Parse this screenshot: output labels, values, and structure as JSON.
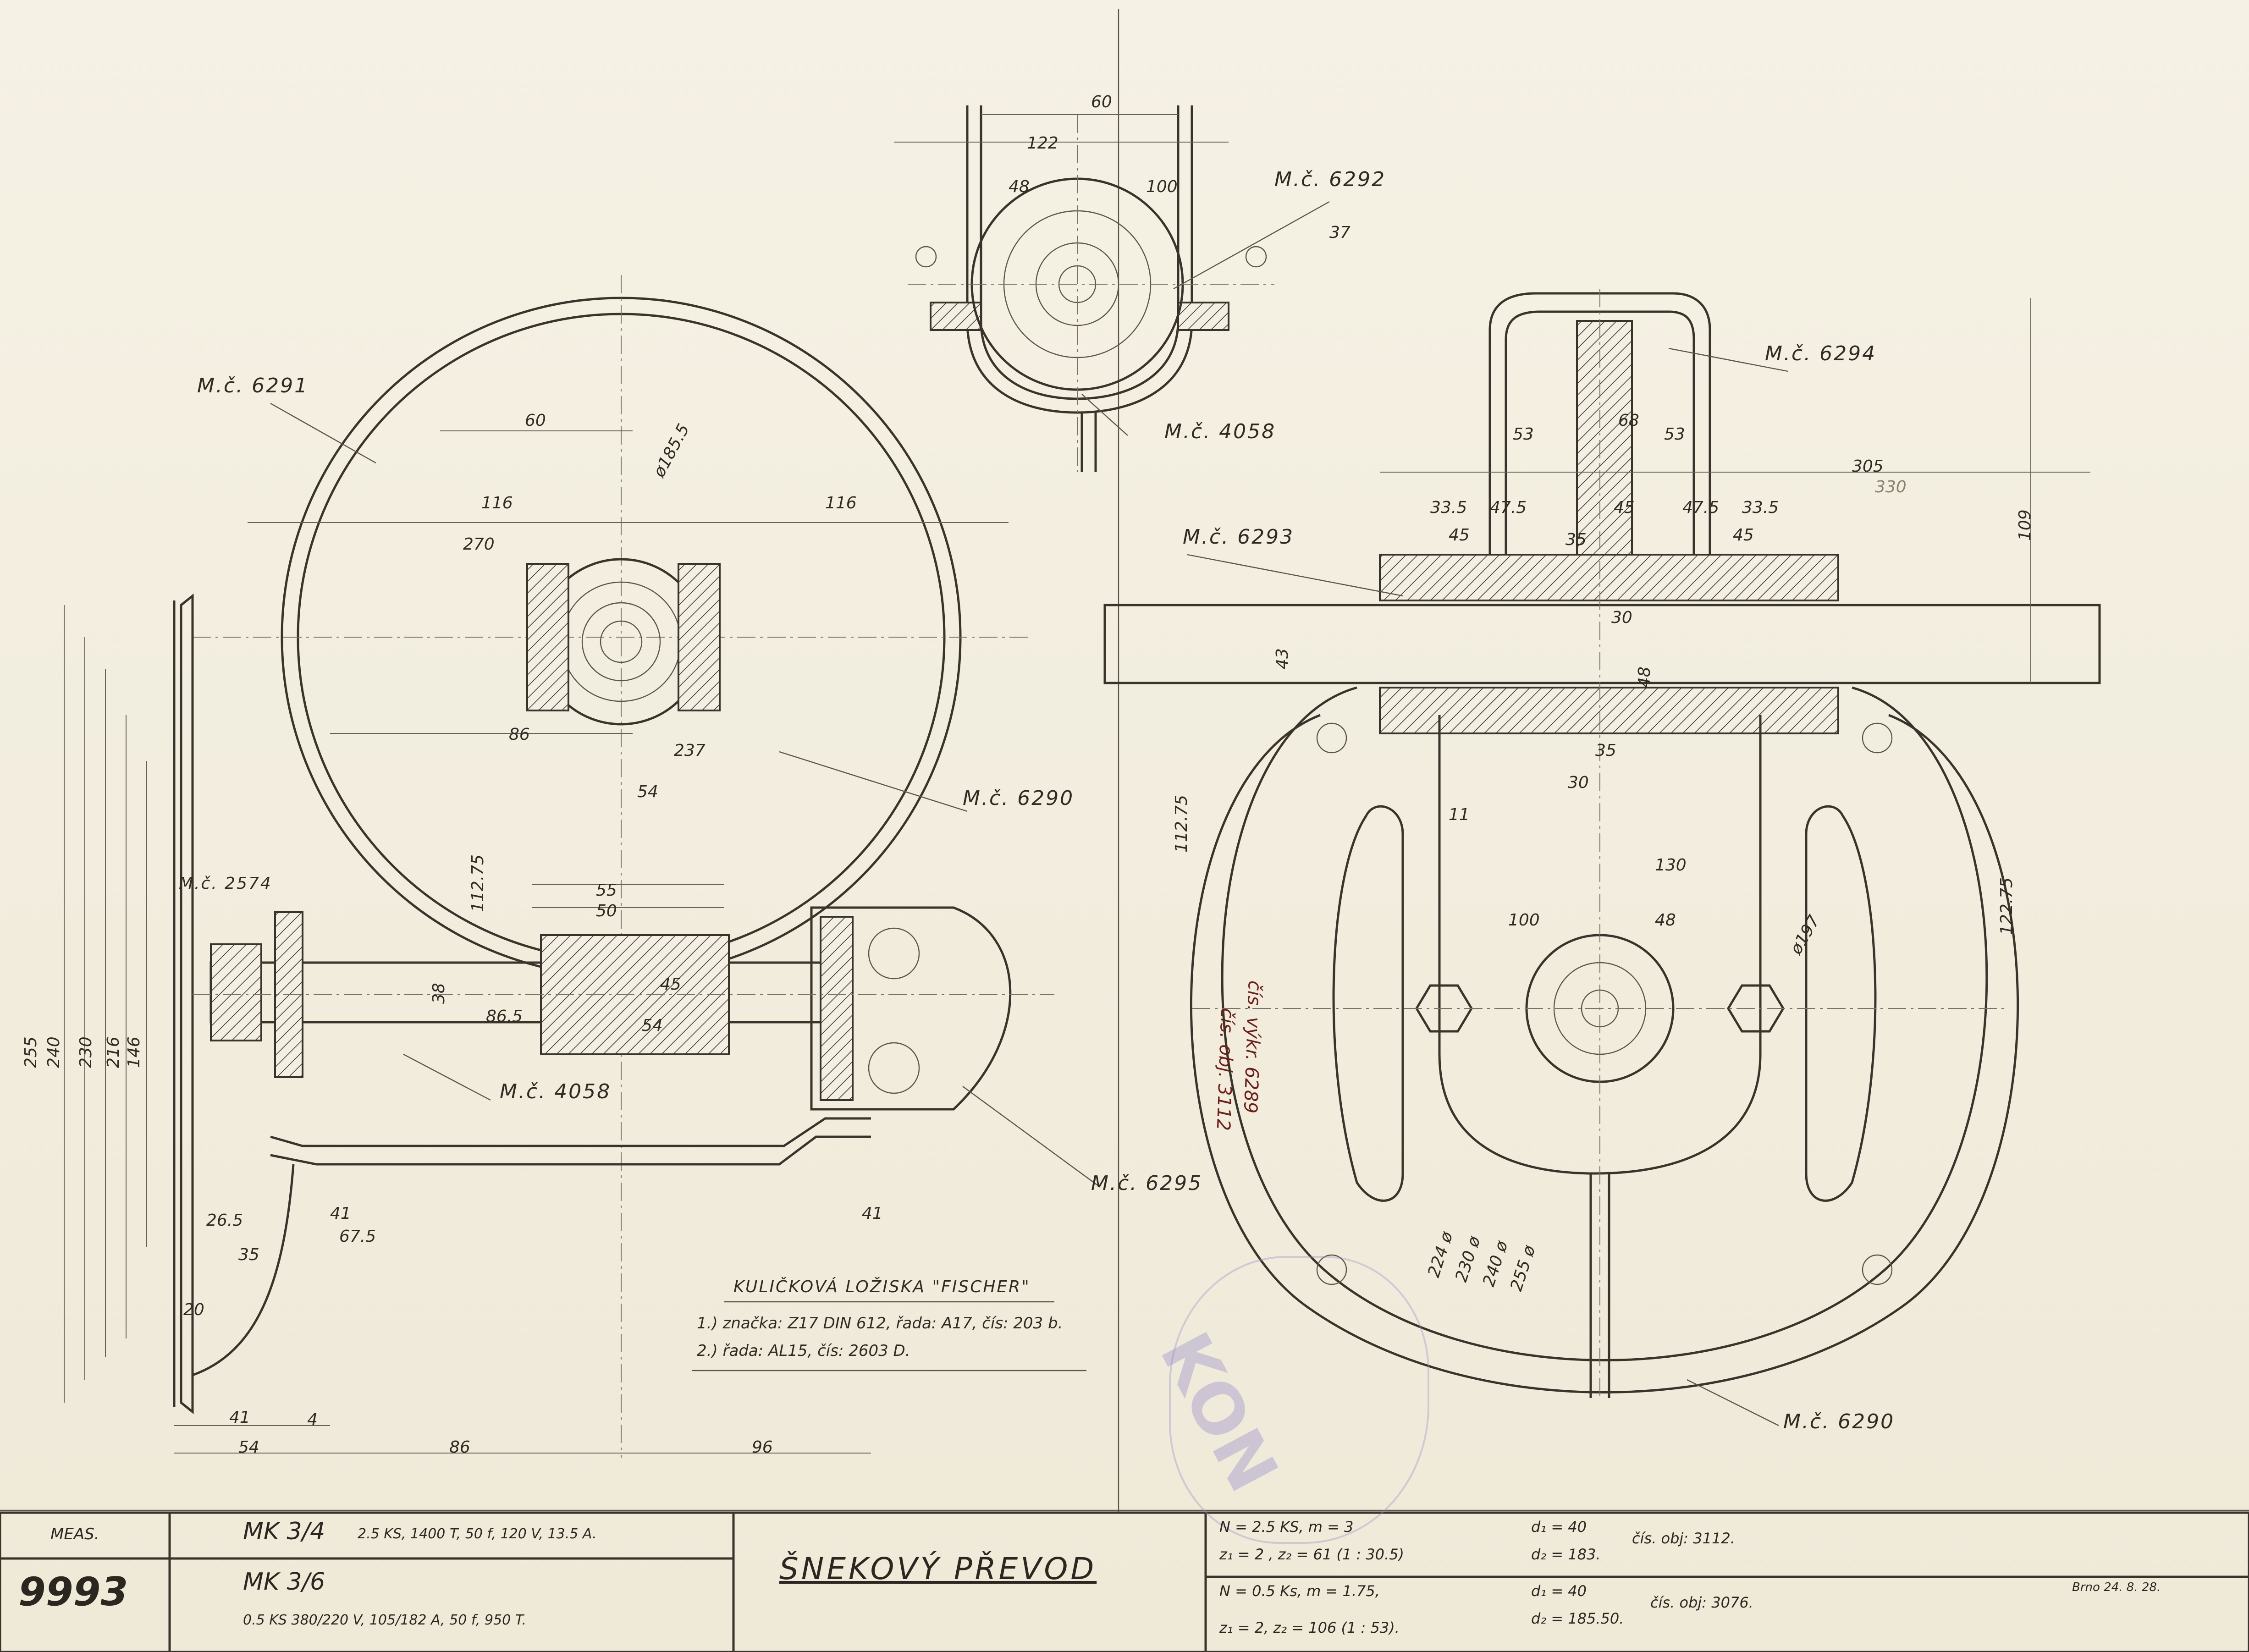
{
  "part_numbers": {
    "mc6291": "M.č. 6291",
    "mc6292": "M.č. 6292",
    "mc6294": "M.č. 6294",
    "mc6293": "M.č. 6293",
    "mc6290_a": "M.č. 6290",
    "mc6290_b": "M.č. 6290",
    "mc2574": "M.č. 2574",
    "mc4058_a": "M.č. 4058",
    "mc4058_b": "M.č. 4058",
    "mc6295": "M.č. 6295"
  },
  "dimensions": {
    "d60_top": "60",
    "d122": "122",
    "d48_top": "48",
    "d100_top": "100",
    "d37": "37",
    "d60_left": "60",
    "d116_l": "116",
    "d116_r": "116",
    "d270": "270",
    "d1855": "ø185.5",
    "d86": "86",
    "d237": "237",
    "d54": "54",
    "d11275": "112.75",
    "d55": "55",
    "d50": "50",
    "d45": "45",
    "d54b": "54",
    "d865": "86.5",
    "d38": "38",
    "d41": "41",
    "d675": "67.5",
    "d265": "26.5",
    "d35": "35",
    "d20": "20",
    "d41b": "41",
    "d86b": "86",
    "d96": "96",
    "d54c": "54",
    "d4": "4",
    "d41c": "41",
    "d255": "255",
    "d240": "240",
    "d230": "230",
    "d216": "216",
    "d146": "146",
    "d53_l": "53",
    "d68": "68",
    "d53_r": "53",
    "d305": "305",
    "d330": "330",
    "d109": "109",
    "d335_l": "33.5",
    "d475_l": "47.5",
    "d45_l": "45",
    "d35c": "35",
    "d45_m": "45",
    "d475_r": "47.5",
    "d335_r": "33.5",
    "d45_r": "45",
    "d43": "43",
    "d30": "30",
    "d11": "11",
    "d48": "48",
    "d35d": "35",
    "d30b": "30",
    "d130": "130",
    "d100": "100",
    "d48b": "48",
    "d197": "ø197",
    "d12275": "122.75",
    "d11275_r": "112.75",
    "d2247": "224 ø",
    "d2304": "230 ø",
    "d2404": "240 ø",
    "d2554": "255 ø"
  },
  "bearing_note": {
    "title": "KULIČKOVÁ LOŽISKA \"FISCHER\"",
    "line1": "1.) značka: Z17 DIN 612, řada: A17, čís: 203 b.",
    "line2": "2.) řada: AL15, čís: 2603 D."
  },
  "title_block": {
    "meas": "MEAS.",
    "number": "9993",
    "model_a": "MK 3/4",
    "spec_a": "2.5 KS, 1400 T, 50 f, 120 V, 13.5 A.",
    "model_b": "MK 3/6",
    "spec_b": "0.5 KS  380/220 V, 105/182 A, 50 f, 950 T.",
    "title": "ŠNEKOVÝ PŘEVOD",
    "gear_a_1": "N = 2.5 KS, m = 3",
    "gear_a_2": "z₁ = 2 ,  z₂ = 61  (1 : 30.5)",
    "gear_a_d1": "d₁ = 40",
    "gear_a_d2": "d₂ = 183.",
    "gear_a_ref": "čís. obj: 3112.",
    "gear_b_1": "N = 0.5 Ks, m = 1.75,",
    "gear_b_2": "z₁ = 2, z₂ = 106  (1 : 53).",
    "gear_b_d1": "d₁ = 40",
    "gear_b_d2": "d₂ = 185.50.",
    "gear_b_ref": "čís. obj: 3076.",
    "date": "Brno 24. 8. 28."
  },
  "margin_note": {
    "line1": "čís. výkr. 6289",
    "line2": "čís. obj. 3112"
  },
  "stamp": "KON",
  "colors": {
    "paper": "#f3efe2",
    "ink": "#2b2620",
    "stamp": "#8c82c8",
    "note": "#6b1f1a"
  }
}
